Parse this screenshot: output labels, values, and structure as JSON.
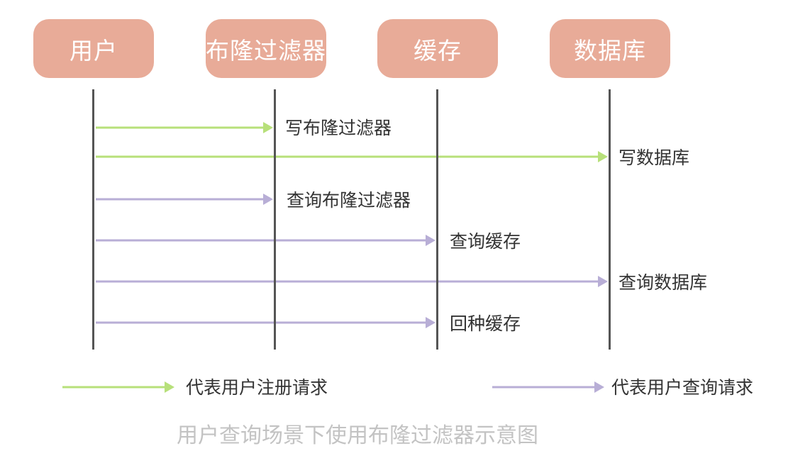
{
  "colors": {
    "register": "#b7e07a",
    "query": "#b8aed6",
    "actor_box": "#e8ab98",
    "lifeline": "#555555",
    "caption": "#c3c3c3"
  },
  "actors": [
    {
      "label": "用户"
    },
    {
      "label": "布隆过滤器"
    },
    {
      "label": "缓存"
    },
    {
      "label": "数据库"
    }
  ],
  "messages": [
    {
      "label": "写布隆过滤器",
      "from": 0,
      "to": 1,
      "kind": "register"
    },
    {
      "label": "写数据库",
      "from": 0,
      "to": 3,
      "kind": "register"
    },
    {
      "label": "查询布隆过滤器",
      "from": 0,
      "to": 1,
      "kind": "query"
    },
    {
      "label": "查询缓存",
      "from": 0,
      "to": 2,
      "kind": "query"
    },
    {
      "label": "查询数据库",
      "from": 0,
      "to": 3,
      "kind": "query"
    },
    {
      "label": "回种缓存",
      "from": 0,
      "to": 2,
      "kind": "query"
    }
  ],
  "legend": {
    "register_label": "代表用户注册请求",
    "query_label": "代表用户查询请求"
  },
  "caption": "用户查询场景下使用布隆过滤器示意图"
}
